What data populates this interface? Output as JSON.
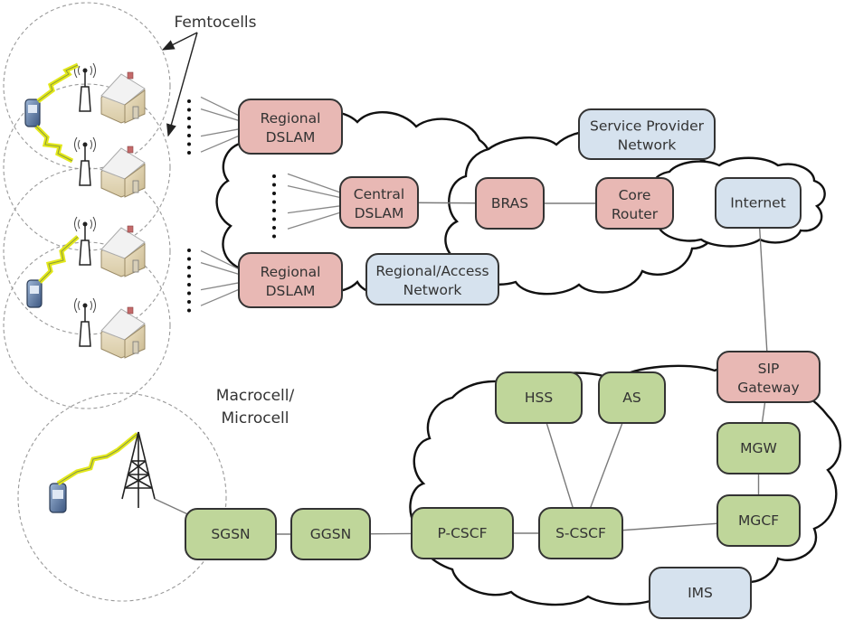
{
  "labels": {
    "femtocells": "Femtocells",
    "macrocell_line1": "Macrocell/",
    "macrocell_line2": "Microcell"
  },
  "colors": {
    "access_node": "#e8b8b4",
    "network_node": "#d6e2ee",
    "ims_node": "#bfd69a",
    "cloud_stroke": "#111111",
    "link": "#7a7a7a"
  },
  "nodes": {
    "regional_dslam_top": {
      "line1": "Regional",
      "line2": "DSLAM",
      "kind": "access"
    },
    "central_dslam": {
      "line1": "Central",
      "line2": "DSLAM",
      "kind": "access"
    },
    "regional_dslam_bottom": {
      "line1": "Regional",
      "line2": "DSLAM",
      "kind": "access"
    },
    "regional_access_network": {
      "line1": "Regional/Access",
      "line2": "Network",
      "kind": "network"
    },
    "bras": {
      "line1": "BRAS",
      "kind": "access"
    },
    "core_router": {
      "line1": "Core",
      "line2": "Router",
      "kind": "access"
    },
    "service_provider_network": {
      "line1": "Service Provider",
      "line2": "Network",
      "kind": "network"
    },
    "internet": {
      "line1": "Internet",
      "kind": "network"
    },
    "sip_gateway": {
      "line1": "SIP",
      "line2": "Gateway",
      "kind": "access"
    },
    "hss": {
      "line1": "HSS",
      "kind": "ims"
    },
    "as": {
      "line1": "AS",
      "kind": "ims"
    },
    "mgw": {
      "line1": "MGW",
      "kind": "ims"
    },
    "mgcf": {
      "line1": "MGCF",
      "kind": "ims"
    },
    "p_cscf": {
      "line1": "P-CSCF",
      "kind": "ims"
    },
    "s_cscf": {
      "line1": "S-CSCF",
      "kind": "ims"
    },
    "sgsn": {
      "line1": "SGSN",
      "kind": "ims"
    },
    "ggsn": {
      "line1": "GGSN",
      "kind": "ims"
    },
    "ims": {
      "line1": "IMS",
      "kind": "network"
    }
  },
  "links": [
    [
      "central_dslam",
      "bras"
    ],
    [
      "bras",
      "core_router"
    ],
    [
      "internet",
      "sip_gateway"
    ],
    [
      "sip_gateway",
      "mgw"
    ],
    [
      "mgw",
      "mgcf"
    ],
    [
      "mgcf",
      "s_cscf"
    ],
    [
      "hss",
      "s_cscf"
    ],
    [
      "as",
      "s_cscf"
    ],
    [
      "p_cscf",
      "s_cscf"
    ],
    [
      "ggsn",
      "p_cscf"
    ],
    [
      "sgsn",
      "ggsn"
    ],
    [
      "macro_tower",
      "sgsn"
    ]
  ],
  "femtocells": [
    {
      "name": "femtocell-1",
      "has_phone": true
    },
    {
      "name": "femtocell-2",
      "has_phone": false
    },
    {
      "name": "femtocell-3",
      "has_phone": true
    },
    {
      "name": "femtocell-4",
      "has_phone": false
    }
  ]
}
